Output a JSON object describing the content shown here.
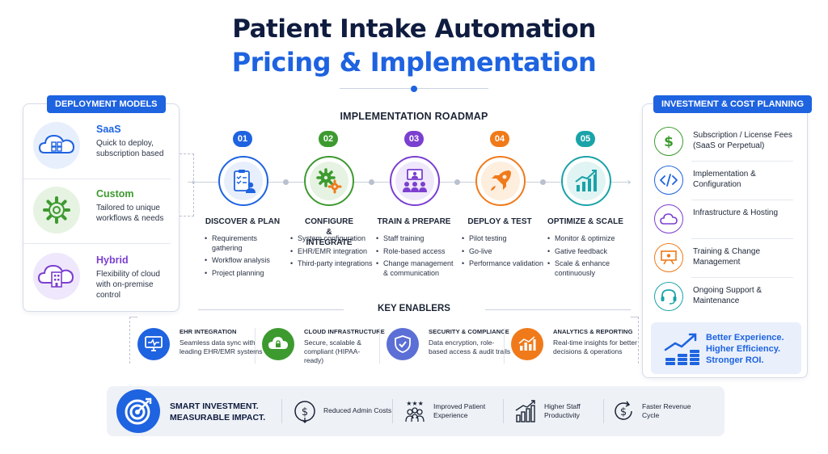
{
  "title": {
    "line1": "Patient Intake Automation",
    "line2": "Pricing & Implementation"
  },
  "deployment": {
    "label": "DEPLOYMENT MODELS",
    "items": [
      {
        "name": "SaaS",
        "desc": "Quick to deploy, subscription based",
        "icon": "cloud-grid-icon",
        "color": "#1e63e0"
      },
      {
        "name": "Custom",
        "desc": "Tailored to unique workflows & needs",
        "icon": "gear-icon",
        "color": "#3d9a2f"
      },
      {
        "name": "Hybrid",
        "desc": "Flexibility of cloud with on-premise control",
        "icon": "cloud-building-icon",
        "color": "#7b3fd0"
      }
    ]
  },
  "roadmap": {
    "title": "IMPLEMENTATION ROADMAP",
    "steps": [
      {
        "num": "01",
        "title": "DISCOVER & PLAN",
        "color": "#1e63e0",
        "icon": "clipboard-user-icon",
        "bullets": [
          "Requirements gathering",
          "Workflow analysis",
          "Project planning"
        ]
      },
      {
        "num": "02",
        "title": "CONFIGURE & INTEGRATE",
        "color": "#3d9a2f",
        "icon": "gears-icon",
        "bullets": [
          "System configuration",
          "EHR/EMR integration",
          "Third-party integrations"
        ]
      },
      {
        "num": "03",
        "title": "TRAIN & PREPARE",
        "color": "#7b3fd0",
        "icon": "training-icon",
        "bullets": [
          "Staff training",
          "Role-based access",
          "Change management & communication"
        ]
      },
      {
        "num": "04",
        "title": "DEPLOY & TEST",
        "color": "#f07a1a",
        "icon": "rocket-icon",
        "bullets": [
          "Pilot testing",
          "Go-live",
          "Performance validation"
        ]
      },
      {
        "num": "05",
        "title": "OPTIMIZE & SCALE",
        "color": "#1aa3a8",
        "icon": "growth-chart-icon",
        "bullets": [
          "Monitor & optimize",
          "Gative feedback",
          "Scale & enhance continuously"
        ]
      }
    ]
  },
  "enablers": {
    "title": "KEY ENABLERS",
    "items": [
      {
        "title": "EHR INTEGRATION",
        "desc": "Seamless data sync with leading EHR/EMR systems",
        "color": "#1e63e0",
        "icon": "monitor-heart-icon"
      },
      {
        "title": "CLOUD INFRASTRUCTURE",
        "desc": "Secure, scalable & compliant (HIPAA-ready)",
        "color": "#3d9a2f",
        "icon": "cloud-lock-icon"
      },
      {
        "title": "SECURITY & COMPLIANCE",
        "desc": "Data encryption, role-based access & audit trails",
        "color": "#5b6fd6",
        "icon": "shield-check-icon"
      },
      {
        "title": "ANALYTICS & REPORTING",
        "desc": "Real-time insights for better decisions & operations",
        "color": "#f07a1a",
        "icon": "bar-chart-icon"
      }
    ]
  },
  "investment": {
    "label": "INVESTMENT & COST PLANNING",
    "items": [
      {
        "text": "Subscription / License Fees (SaaS or Perpetual)",
        "color": "#3d9a2f",
        "icon": "dollar-icon"
      },
      {
        "text": "Implementation & Configuration",
        "color": "#1e63e0",
        "icon": "code-icon"
      },
      {
        "text": "Infrastructure & Hosting",
        "color": "#7b3fd0",
        "icon": "cloud-icon"
      },
      {
        "text": "Training & Change Management",
        "color": "#f07a1a",
        "icon": "presentation-icon"
      },
      {
        "text": "Ongoing Support & Maintenance",
        "color": "#1aa3a8",
        "icon": "headset-icon"
      }
    ],
    "roi": {
      "line1": "Better Experience.",
      "line2": "Higher Efficiency.",
      "line3": "Stronger ROI."
    }
  },
  "bottom": {
    "headline1": "SMART INVESTMENT.",
    "headline2": "MEASURABLE IMPACT.",
    "items": [
      {
        "label": "Reduced Admin Costs",
        "icon": "dollar-down-icon"
      },
      {
        "label": "Improved Patient Experience",
        "icon": "people-stars-icon"
      },
      {
        "label": "Higher Staff Productivity",
        "icon": "rising-bars-icon"
      },
      {
        "label": "Faster Revenue Cycle",
        "icon": "dollar-cycle-icon"
      }
    ]
  }
}
